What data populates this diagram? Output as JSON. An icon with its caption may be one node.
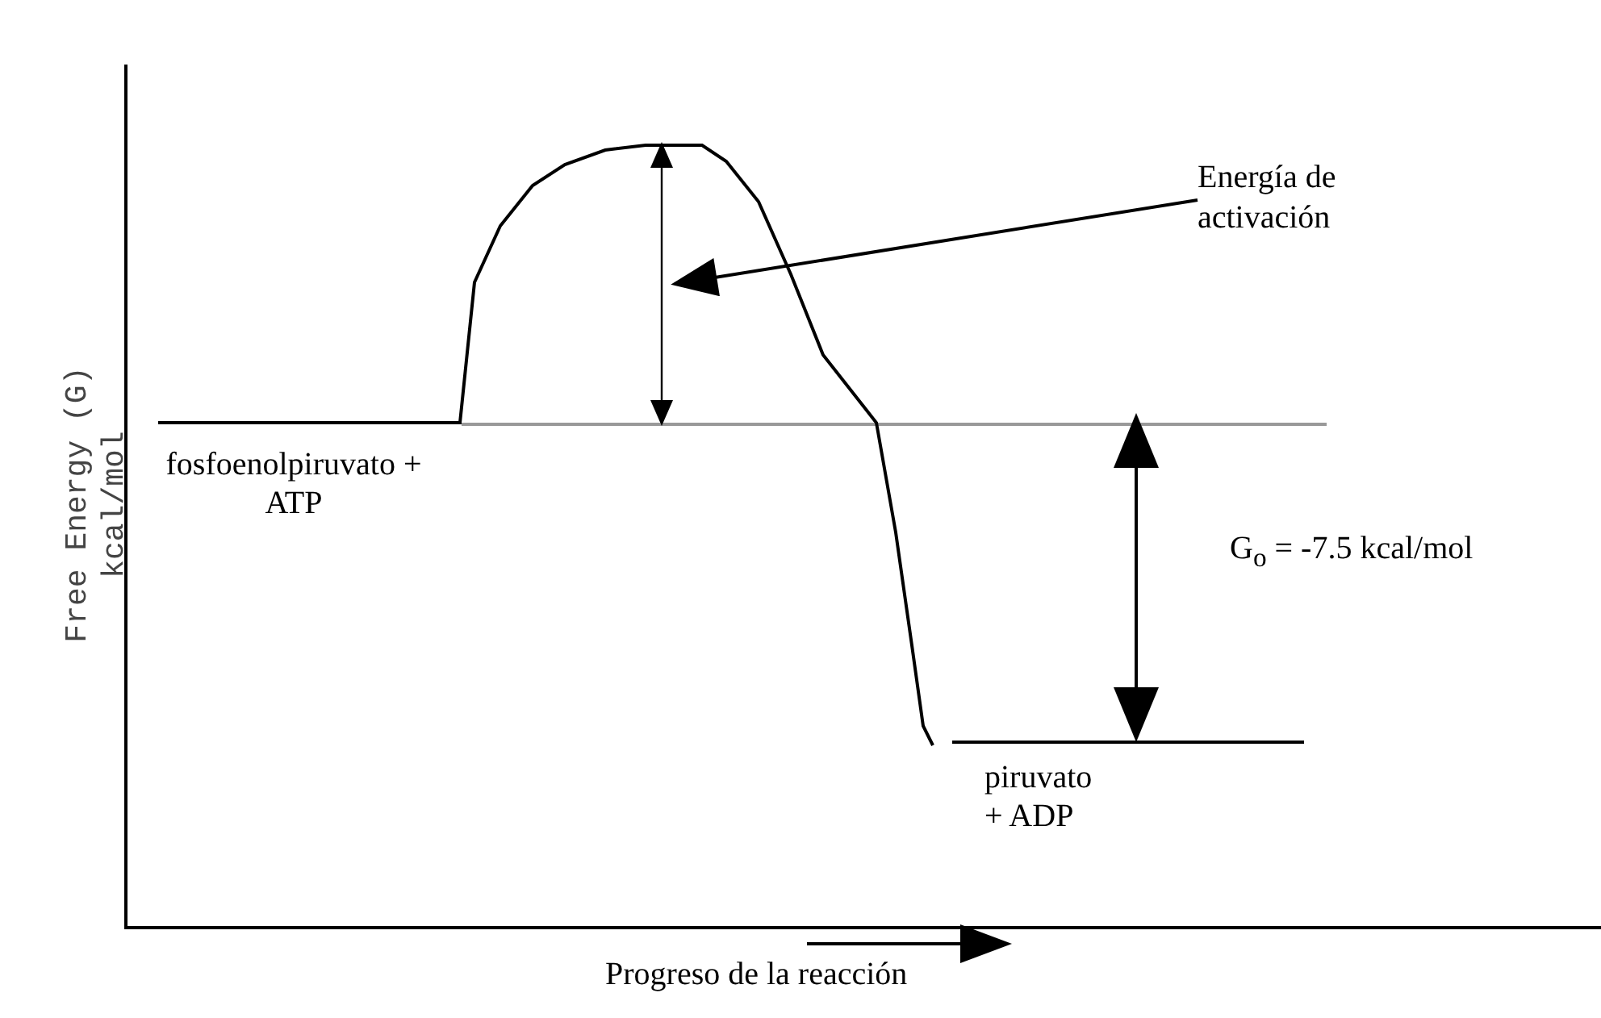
{
  "diagram": {
    "nodes": [
      {
        "text": [
          "Energía de activación"
        ]
      },
      {
        "text": [],
        "shape": "arrow"
      }
    ],
    "edges": [
      {
        "from": 0,
        "to": 1,
        "arrow": "to"
      }
    ],
    "labels": [
      "Free Energy (G) kcal/mol",
      "fosfoenolpiruvato + ATP",
      "G$_{o}$ = -7.5 kcal/mol",
      "piruvato + ADP",
      "Progreso de la reacción"
    ]
  }
}
